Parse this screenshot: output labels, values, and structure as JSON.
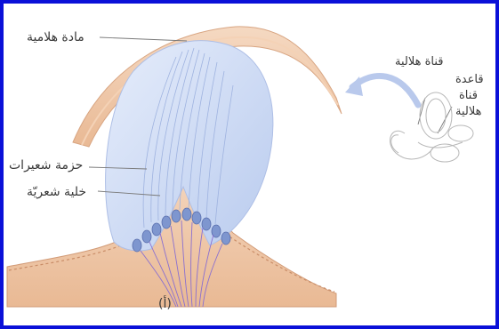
{
  "labels": {
    "gel": "مادة هلامية",
    "hair_bundle": "حزمة شعيرات",
    "hair_cell": "خلية شعريّة",
    "canal": "قناة هلالية",
    "canal_base_1": "قاعدة",
    "canal_base_2": "قناة",
    "canal_base_3": "هلالية",
    "figure_letter": "(أ)"
  },
  "colors": {
    "border": "#0a10d8",
    "tissue": "#efc7a6",
    "gel": "#cfdcf5",
    "cell": "#7e96cf",
    "nerve": "#8a6fd0",
    "arrow": "#b9c9ec"
  }
}
